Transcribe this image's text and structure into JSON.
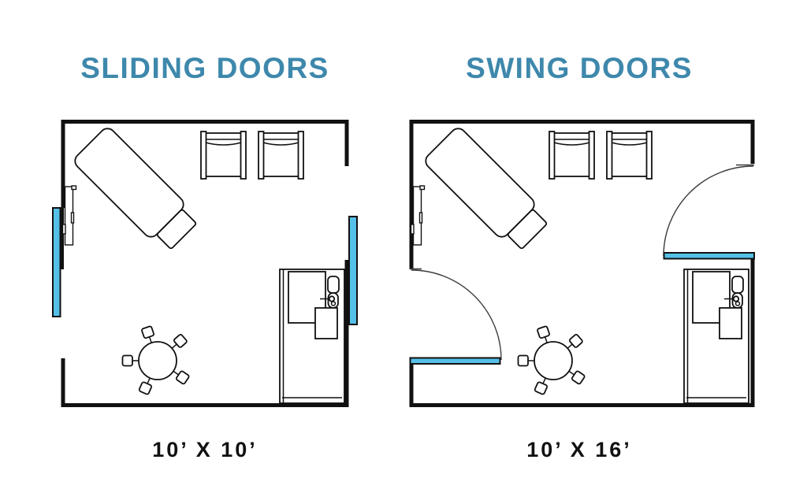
{
  "infographic": {
    "panels": [
      {
        "title": "SLIDING DOORS",
        "dimensions": "10’ X 10’",
        "door_type": "sliding"
      },
      {
        "title": "SWING DOORS",
        "dimensions": "10’ X 16’",
        "door_type": "swing"
      }
    ]
  },
  "colors": {
    "title": "#3E88AC",
    "door": "#55C0E7",
    "line": "#111111"
  }
}
